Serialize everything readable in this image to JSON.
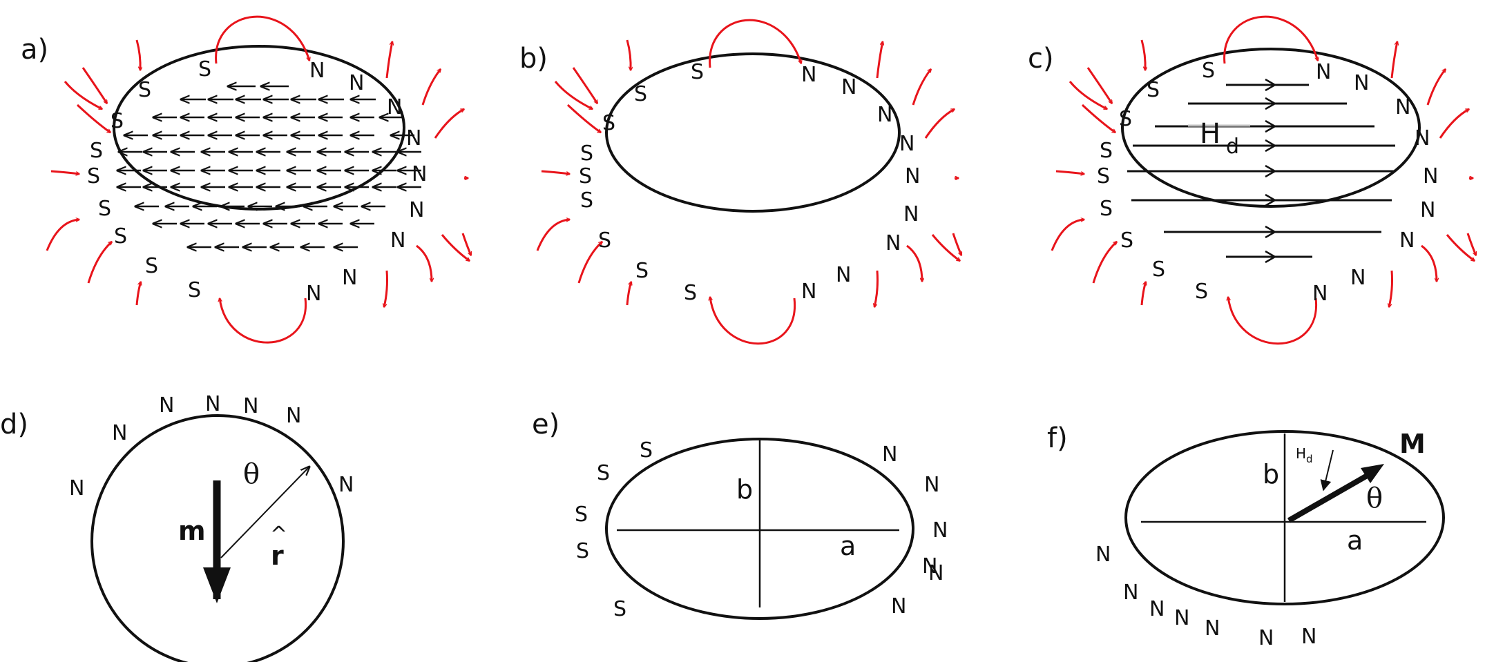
{
  "colors": {
    "field_line": "#e8141b",
    "ink": "#111111",
    "highlight": "#bdbdbd"
  },
  "panels": {
    "a": {
      "label": "a)"
    },
    "b": {
      "label": "b)"
    },
    "c": {
      "label": "c)",
      "field_label": "H",
      "field_sub": "d"
    },
    "d": {
      "label": "d)",
      "moment": "m",
      "angle": "θ",
      "unit_vec": "r",
      "unit_hat": "^"
    },
    "e": {
      "label": "e)",
      "axis_b": "b",
      "axis_a": "a"
    },
    "f": {
      "label": "f)",
      "magnetization": "M",
      "field_label": "H",
      "field_sub": "d",
      "angle": "θ",
      "axis_b": "b",
      "axis_a": "a"
    }
  },
  "poles": {
    "north": "N",
    "south": "S"
  }
}
